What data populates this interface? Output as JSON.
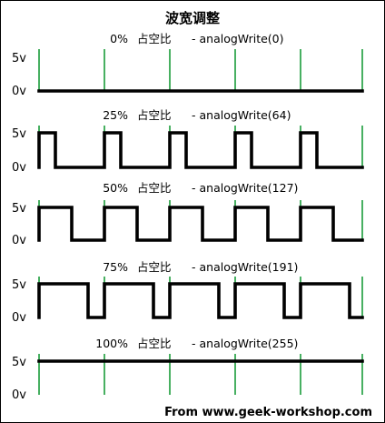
{
  "title": "波宽调整",
  "footer": "From www.geek-workshop.com",
  "colors": {
    "grid": "#1a9c3a",
    "wave": "#000000",
    "background": "#ffffff"
  },
  "panels": [
    {
      "duty_label": "0%",
      "cn_label": "占空比",
      "fn_label": "- analogWrite(0)",
      "high_label": "5v",
      "low_label": "0v",
      "duty_fraction": 0.0
    },
    {
      "duty_label": "25%",
      "cn_label": "占空比",
      "fn_label": "- analogWrite(64)",
      "high_label": "5v",
      "low_label": "0v",
      "duty_fraction": 0.25
    },
    {
      "duty_label": "50%",
      "cn_label": "占空比",
      "fn_label": "- analogWrite(127)",
      "high_label": "5v",
      "low_label": "0v",
      "duty_fraction": 0.5
    },
    {
      "duty_label": "75%",
      "cn_label": "占空比",
      "fn_label": "- analogWrite(191)",
      "high_label": "5v",
      "low_label": "0v",
      "duty_fraction": 0.75
    },
    {
      "duty_label": "100%",
      "cn_label": "占空比",
      "fn_label": "- analogWrite(255)",
      "high_label": "5v",
      "low_label": "0v",
      "duty_fraction": 1.0
    }
  ]
}
